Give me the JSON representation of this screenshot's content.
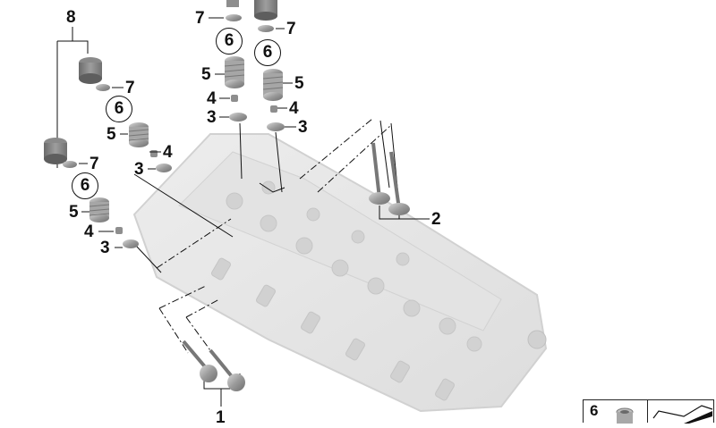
{
  "diagram": {
    "type": "exploded-parts-diagram",
    "subject": "Cylinder head with valves and valve train components",
    "callouts": [
      {
        "id": "1",
        "label": "1",
        "part": "intake valves (pair)"
      },
      {
        "id": "2",
        "label": "2",
        "part": "exhaust valves (pair)"
      },
      {
        "id": "3",
        "label": "3",
        "part": "valve spring seat"
      },
      {
        "id": "4",
        "label": "4",
        "part": "valve stem seal"
      },
      {
        "id": "5",
        "label": "5",
        "part": "valve spring"
      },
      {
        "id": "6",
        "label": "6",
        "part": "valve spring retainer / keepers set (circled)"
      },
      {
        "id": "7",
        "label": "7",
        "part": "valve collet / cap"
      },
      {
        "id": "8",
        "label": "8",
        "part": "bucket tappet"
      }
    ],
    "labels": {
      "l8": "8",
      "l7a": "7",
      "l7b": "7",
      "l7c": "7",
      "l7d": "7",
      "l6a": "6",
      "l6b": "6",
      "l6c": "6",
      "l6d": "6",
      "l5a": "5",
      "l5b": "5",
      "l5c": "5",
      "l5d": "5",
      "l4a": "4",
      "l4b": "4",
      "l4c": "4",
      "l4d": "4",
      "l3a": "3",
      "l3b": "3",
      "l3c": "3",
      "l3d": "3",
      "l2": "2",
      "l1": "1"
    },
    "legend_box": {
      "label": "6",
      "icons": [
        "valve-keeper-icon",
        "flat-bar-icon"
      ]
    }
  }
}
